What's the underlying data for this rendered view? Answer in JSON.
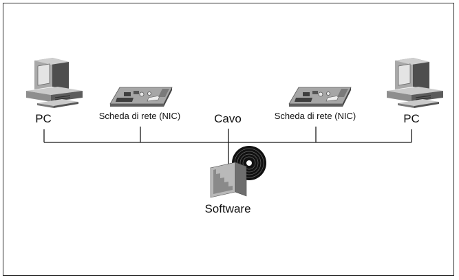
{
  "nodes": {
    "pc_left": {
      "label": "PC",
      "icon": "desktop-computer-icon"
    },
    "nic_left": {
      "label": "Scheda di rete (NIC)",
      "icon": "network-card-icon"
    },
    "cable": {
      "label": "Cavo"
    },
    "nic_right": {
      "label": "Scheda di rete (NIC)",
      "icon": "network-card-icon"
    },
    "pc_right": {
      "label": "PC",
      "icon": "desktop-computer-icon"
    },
    "software": {
      "label": "Software",
      "icon": "software-box-with-disc-icon"
    }
  },
  "colors": {
    "line": "#1a1a1a",
    "device_dark": "#5a5a5a",
    "device_mid": "#8c8c8c",
    "device_light": "#c8c8c8",
    "screen": "#e6e6e6",
    "disc": "#111111"
  }
}
